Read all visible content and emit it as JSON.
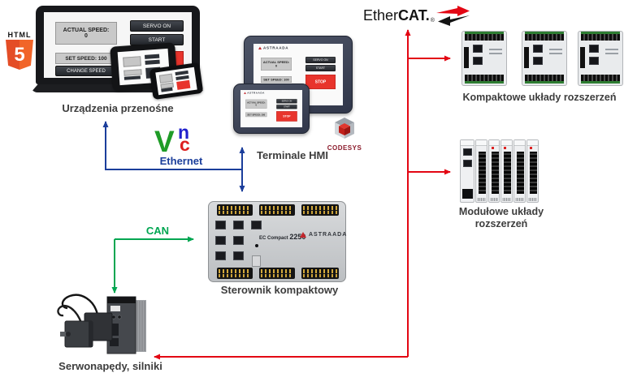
{
  "labels": {
    "portable_devices": "Urządzenia przenośne",
    "hmi_terminals": "Terminale HMI",
    "compact_expansion": "Kompaktowe układy rozszerzeń",
    "modular_expansion": "Modułowe układy rozszerzeń",
    "compact_controller": "Sterownik kompaktowy",
    "servo_drives": "Serwonapędy, silniki"
  },
  "buses": {
    "ethernet_label": "Ethernet",
    "can_label": "CAN",
    "ethercat_regular": "Ether",
    "ethercat_bold": "CAT.",
    "ethercat_reg_mark": "®"
  },
  "logos": {
    "html5_word": "HTML",
    "html5_number": "5",
    "vnc_v": "V",
    "vnc_n": "n",
    "vnc_c": "c",
    "codesys": "CODESYS"
  },
  "hmi_screen": {
    "brand": "ASTRAADA",
    "actual_speed_label": "ACTUAL SPEED:",
    "actual_speed_value": "0",
    "servo_on_button": "SERVO ON",
    "start_button": "START",
    "set_speed_label": "SET SPEED: 100",
    "change_speed_button": "CHANGE SPEED",
    "stop_button": "STOP"
  },
  "controller": {
    "model_prefix": "EC Compact",
    "model_number": "2250",
    "brand": "ASTRAADA"
  },
  "colors": {
    "ethernet_blue": "#1b3e9b",
    "can_green": "#00a651",
    "ethercat_red": "#e30613",
    "html5_orange": "#e44d26",
    "codesys_red": "#8b1b2b",
    "vnc_green": "#1f9c27",
    "vnc_blue": "#2020cc",
    "vnc_red": "#dd1f1f"
  }
}
